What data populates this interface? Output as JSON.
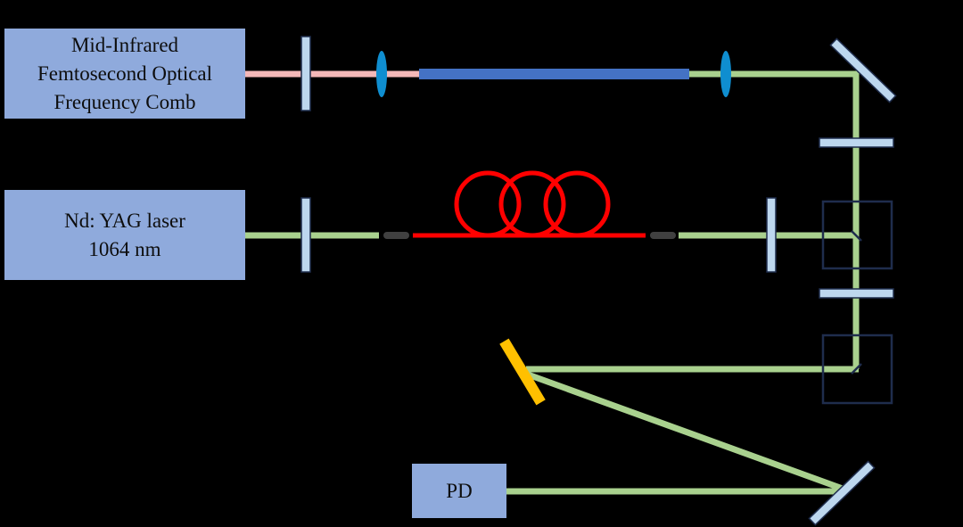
{
  "diagram": {
    "type": "optical setup schematic",
    "colors": {
      "background": "#000000",
      "box_fill": "#8faadc",
      "mid_ir_beam": "#f4b8b8",
      "green_beam": "#a9d18e",
      "crystal": "#4472c4",
      "fiber": "#ff0000",
      "optic_fill": "#bdd7ee",
      "optic_outline": "#1f2d4d",
      "lens": "#0f8ed0",
      "yellow_mirror": "#ffc000",
      "connector": "#404040",
      "beam_splitter_outline": "#1f2d4d"
    },
    "components": {
      "comb_source": {
        "lines": [
          "Mid-Infrared",
          "Femtosecond Optical",
          "Frequency Comb"
        ]
      },
      "nd_yag_laser": {
        "lines": [
          "Nd: YAG laser",
          "1064 nm"
        ]
      },
      "photodetector": {
        "label": "PD"
      }
    },
    "elements": [
      "waveplate-comb-path",
      "lens-input",
      "nonlinear-crystal",
      "lens-output",
      "mirror-top-right",
      "waveplate-vertical-1",
      "waveplate-yag-path",
      "fiber-coupler-in",
      "fiber-coil",
      "fiber-coupler-out",
      "waveplate-after-fiber",
      "beam-splitter-1",
      "waveplate-vertical-2",
      "beam-splitter-2",
      "grating-mirror-yellow",
      "mirror-bottom-right"
    ]
  }
}
